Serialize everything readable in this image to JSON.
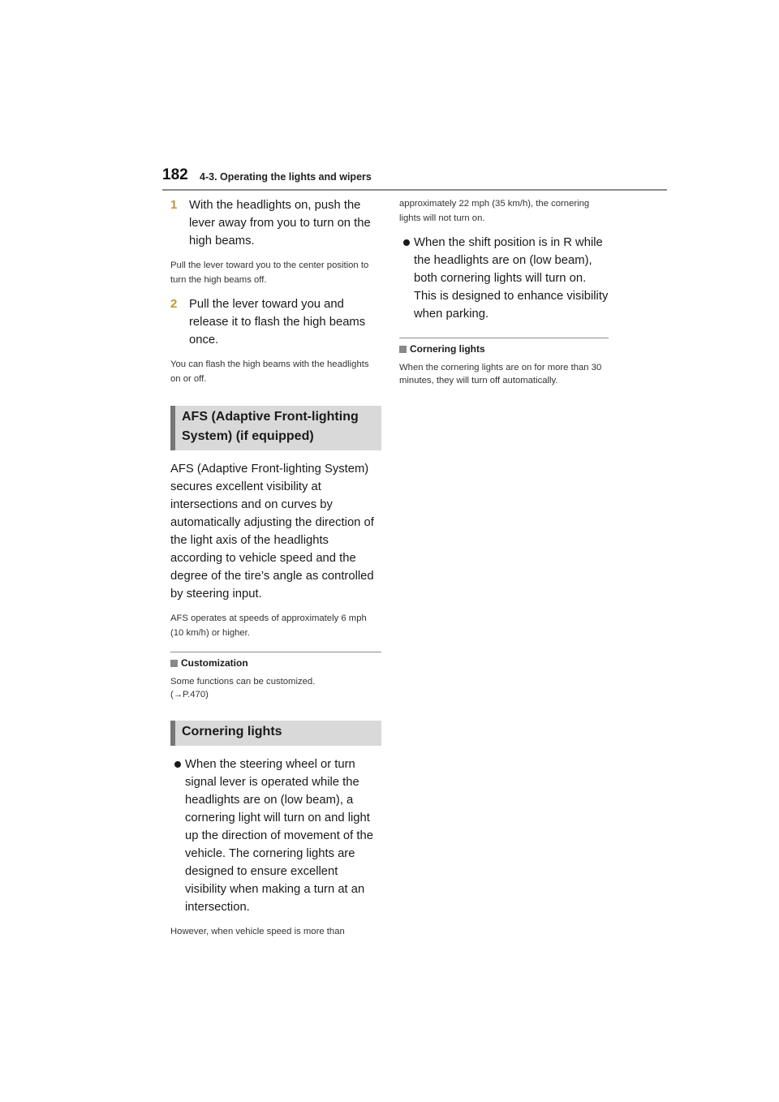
{
  "header": {
    "page_number": "182",
    "section_title": "4-3. Operating the lights and wipers"
  },
  "left": {
    "step1": {
      "num": "1",
      "text": "With the headlights on, push the lever away from you to turn on the high beams."
    },
    "note1": "Pull the lever toward you to the center position to turn the high beams off.",
    "step2": {
      "num": "2",
      "text": "Pull the lever toward you and release it to flash the high beams once."
    },
    "note2": "You can flash the high beams with the headlights on or off.",
    "afs_heading": "AFS (Adaptive Front-lighting System) (if equipped)",
    "afs_body": "AFS (Adaptive Front-lighting System) secures excellent visibility at intersections and on curves by automatically adjusting the direction of the light axis of the headlights according to vehicle speed and the degree of the tire’s angle as controlled by steering input.",
    "afs_note": "AFS operates at speeds of approximately 6 mph (10 km/h) or higher.",
    "customization_title": "Customization",
    "customization_text": "Some functions can be customized.",
    "customization_ref": "(→P.470)",
    "cornering_heading": "Cornering lights",
    "cornering_bullet": "When the steering wheel or turn signal lever is operated while the headlights are on (low beam), a cornering light will turn on and light up the direction of movement of the vehicle. The cornering lights are designed to ensure excellent visibility when making a turn at an intersection.",
    "cornering_note_start": "However, when vehicle speed is more than"
  },
  "right": {
    "note_continued": "approximately 22 mph (35 km/h), the cornering lights will not turn on.",
    "bullet_r": "When the shift position is in R while the headlights are on (low beam), both cornering lights will turn on. This is designed to enhance visibility when parking.",
    "cornering_sub_title": "Cornering lights",
    "cornering_sub_text": "When the cornering lights are on for more than 30 minutes, they will turn off automatically."
  },
  "colors": {
    "step_number": "#c0962d",
    "heading_bg": "#d9d9d9",
    "heading_bar": "#777777"
  }
}
